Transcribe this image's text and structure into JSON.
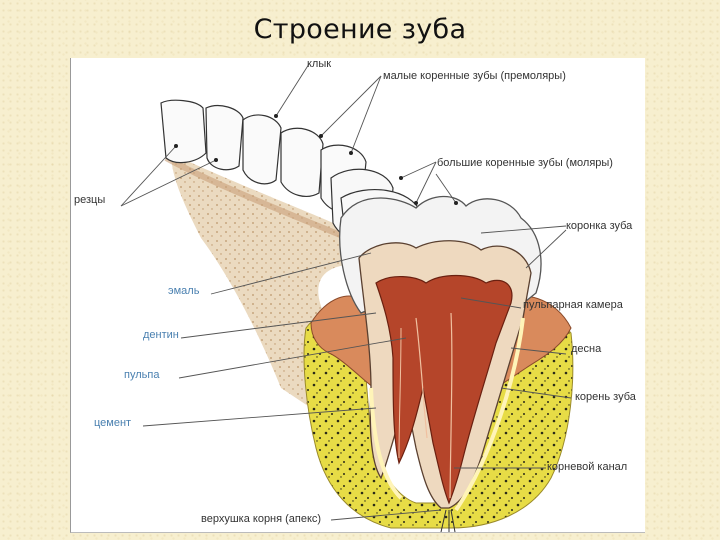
{
  "title": "Строение зуба",
  "labels": {
    "fang": "клык",
    "premolars": "малые коренные зубы (премоляры)",
    "molars": "большие коренные зубы (моляры)",
    "incisors": "резцы",
    "crown": "коронка зуба",
    "enamel": "эмаль",
    "pulp_chamber": "пульпарная камера",
    "dentin": "дентин",
    "gum": "десна",
    "pulp": "пульпа",
    "root": "корень зуба",
    "cement": "цемент",
    "root_canal": "корневой канал",
    "apex": "верхушка корня (апекс)"
  },
  "colors": {
    "background": "#f7efcf",
    "label_dark": "#333333",
    "label_blue": "#4a80b0",
    "bone": "#e6dc4a",
    "gum": "#d98a5c",
    "pulp": "#b5452a",
    "enamel": "#f2f2f2",
    "dentin": "#e8c9a8"
  }
}
